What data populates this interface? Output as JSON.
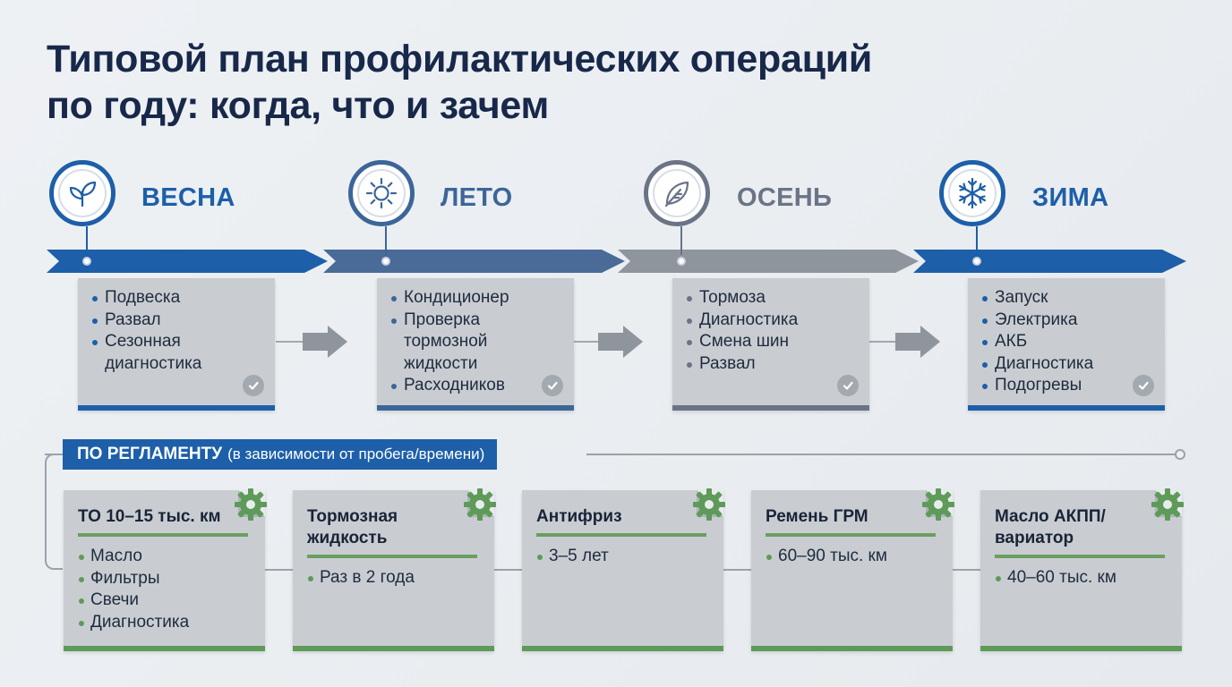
{
  "title": {
    "line1": "Типовой план профилактических операций",
    "line2": "по году: когда, что и зачем"
  },
  "seasons": [
    {
      "name": "ВЕСНА",
      "icon": "leaf-sprout-icon",
      "color": "#1d5fa8",
      "items": [
        "Подвеска",
        "Развал",
        "Сезонная диагностика"
      ]
    },
    {
      "name": "ЛЕТО",
      "icon": "sun-icon",
      "color": "#3c6698",
      "items": [
        "Кондиционер",
        "Проверка тормозной жидкости",
        "Расходников"
      ]
    },
    {
      "name": "ОСЕНЬ",
      "icon": "leaf-icon",
      "color": "#6a7486",
      "items": [
        "Тормоза",
        "Диагностика",
        "Смена шин",
        "Развал"
      ]
    },
    {
      "name": "ЗИМА",
      "icon": "snowflake-icon",
      "color": "#1d5fa8",
      "items": [
        "Запуск",
        "Электрика",
        "АКБ",
        "Диагностика",
        "Подогревы"
      ]
    }
  ],
  "regulation": {
    "title": "ПО РЕГЛАМЕНТУ",
    "subtitle": "(в зависимости от пробега/времени)",
    "color": "#1d5fa8",
    "accent_color": "#5e9a58",
    "cards": [
      {
        "title": "ТО 10–15 тыс. км",
        "icon": "gear-icon",
        "items": [
          "Масло",
          "Фильтры",
          "Свечи",
          "Диагностика"
        ]
      },
      {
        "title": "Тормозная жидкость",
        "icon": "gear-icon",
        "items": [
          "Раз в 2 года"
        ]
      },
      {
        "title": "Антифриз",
        "icon": "gear-icon",
        "items": [
          "3–5 лет"
        ]
      },
      {
        "title": "Ремень ГРМ",
        "icon": "gear-icon",
        "items": [
          "60–90 тыс. км"
        ]
      },
      {
        "title": "Масло АКПП/вариатор",
        "icon": "gear-icon",
        "items": [
          "40–60 тыс. км"
        ]
      }
    ]
  }
}
